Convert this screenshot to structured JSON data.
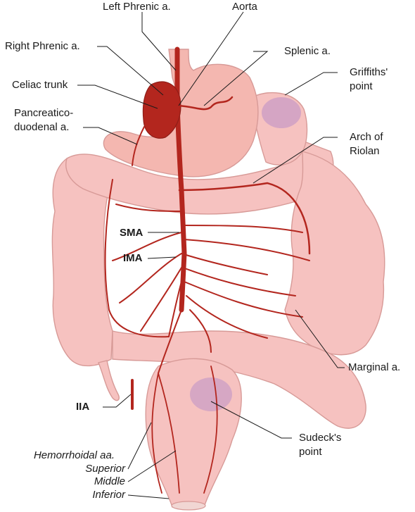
{
  "colors": {
    "bowel": "#f6c2c0",
    "bowel_stroke": "#d79a97",
    "stomach": "#f4b7b0",
    "artery": "#b3261e",
    "celiac_fill": "#b3261e",
    "bruise": "#c99bc6",
    "label": "#1a1a1a"
  },
  "labels": {
    "left_phrenic": "Left Phrenic a.",
    "aorta": "Aorta",
    "right_phrenic": "Right Phrenic a.",
    "splenic": "Splenic a.",
    "celiac": "Celiac trunk",
    "griffiths_1": "Griffiths'",
    "griffiths_2": "point",
    "pancreatico_1": "Pancreatico-",
    "pancreatico_2": "duodenal a.",
    "arch_1": "Arch of",
    "arch_2": "Riolan",
    "sma": "SMA",
    "ima": "IMA",
    "marginal": "Marginal a.",
    "iia": "IIA",
    "sudeck_1": "Sudeck's",
    "sudeck_2": "point",
    "hemorrhoidal": "Hemorrhoidal aa.",
    "superior": "Superior",
    "middle": "Middle",
    "inferior": "Inferior"
  }
}
